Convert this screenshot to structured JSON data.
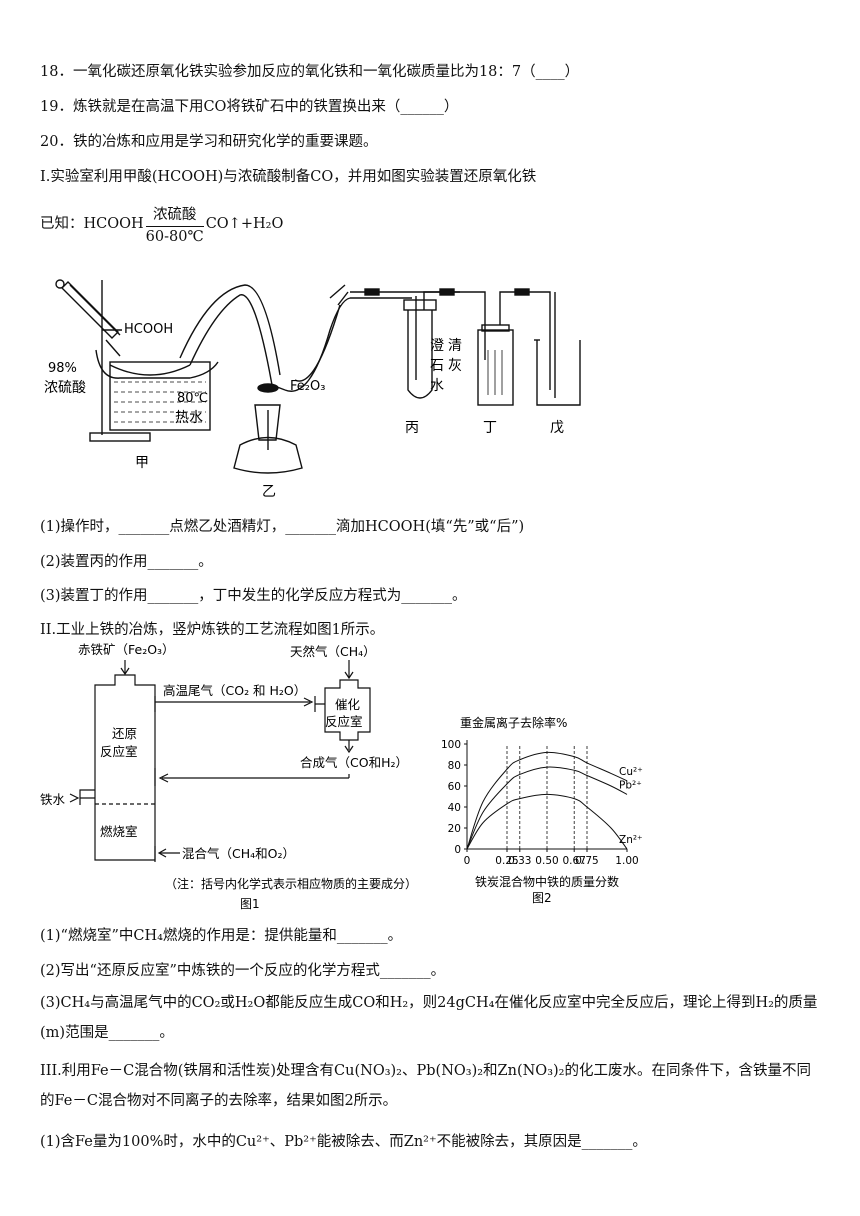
{
  "q18": "18．一氧化碳还原氧化铁实验参加反应的氧化铁和一氧化碳质量比为18：7（____）",
  "q19": "19．炼铁就是在高温下用CO将铁矿石中的铁置换出来（______）",
  "q20": "20．铁的冶炼和应用是学习和研究化学的重要课题。",
  "partI": "I.实验室利用甲酸(HCOOH)与浓硫酸制备CO，并用如图实验装置还原氧化铁",
  "known": {
    "prefix": "已知：HCOOH",
    "cond_top": "浓硫酸",
    "cond_bottom": "60-80℃",
    "products": "CO↑+H₂O"
  },
  "apparatus": {
    "hcooh": "HCOOH",
    "acid_pct": "98%",
    "acid_name": "浓硫酸",
    "water_temp": "80℃",
    "water_name": "热水",
    "fe2o3": "Fe₂O₃",
    "limewater": [
      "澄",
      "清",
      "石",
      "灰",
      "水"
    ],
    "jia": "甲",
    "yi": "乙",
    "bing": "丙",
    "ding": "丁",
    "wu": "戊"
  },
  "i_q1": "(1)操作时，_______点燃乙处酒精灯，_______滴加HCOOH(填“先”或“后”)",
  "i_q2": "(2)装置丙的作用_______。",
  "i_q3": "(3)装置丁的作用_______，丁中发生的化学反应方程式为_______。",
  "partII": "II.工业上铁的冶炼，竖炉炼铁的工艺流程如图1所示。",
  "flow": {
    "ore": "赤铁矿（Fe₂O₃）",
    "gas_natural": "天然气（CH₄）",
    "tail_gas": "高温尾气（CO₂ 和 H₂O）",
    "catalytic": [
      "催化",
      "反应室"
    ],
    "reduction": [
      "还原",
      "反应室"
    ],
    "syngas": "合成气（CO和H₂）",
    "iron": "铁水",
    "combustion": "燃烧室",
    "mixed": "混合气（CH₄和O₂）",
    "note": "（注：括号内化学式表示相应物质的主要成分）",
    "caption": "图1"
  },
  "chart_data": {
    "type": "line",
    "title": "重金属离子去除率%",
    "xlabel": "铁炭混合物中铁的质量分数",
    "caption": "图2",
    "x_ticks": [
      "0",
      "0.25",
      "0.33",
      "0.50",
      "0.67",
      "0.75",
      "1.00"
    ],
    "y_ticks": [
      "0",
      "20",
      "40",
      "60",
      "80",
      "100"
    ],
    "xlim": [
      0,
      1
    ],
    "ylim": [
      0,
      100
    ],
    "dashed_x": [
      0.25,
      0.33,
      0.5,
      0.67,
      0.75
    ],
    "series": [
      {
        "name": "Cu²⁺",
        "x": [
          0,
          0.1,
          0.25,
          0.33,
          0.5,
          0.67,
          0.75,
          0.9,
          1.0
        ],
        "y": [
          0,
          45,
          76,
          85,
          92,
          88,
          82,
          72,
          65
        ]
      },
      {
        "name": "Pb²⁺",
        "x": [
          0,
          0.1,
          0.25,
          0.33,
          0.5,
          0.67,
          0.75,
          0.9,
          1.0
        ],
        "y": [
          0,
          35,
          62,
          71,
          78,
          75,
          70,
          60,
          52
        ]
      },
      {
        "name": "Zn²⁺",
        "x": [
          0,
          0.1,
          0.25,
          0.33,
          0.5,
          0.67,
          0.75,
          0.9,
          1.0
        ],
        "y": [
          0,
          25,
          43,
          48,
          52,
          48,
          40,
          20,
          0
        ]
      }
    ]
  },
  "ii_q1": "(1)“燃烧室”中CH₄燃烧的作用是：提供能量和_______。",
  "ii_q2": "(2)写出“还原反应室”中炼铁的一个反应的化学方程式_______。",
  "ii_q3": "(3)CH₄与高温尾气中的CO₂或H₂O都能反应生成CO和H₂，则24gCH₄在催化反应室中完全反应后，理论上得到H₂的质量(m)范围是_______。",
  "partIII": "III.利用Fe－C混合物(铁屑和活性炭)处理含有Cu(NO₃)₂、Pb(NO₃)₂和Zn(NO₃)₂的化工废水。在同条件下，含铁量不同的Fe－C混合物对不同离子的去除率，结果如图2所示。",
  "iii_q1": "(1)含Fe量为100%时，水中的Cu²⁺、Pb²⁺能被除去、而Zn²⁺不能被除去，其原因是_______。"
}
